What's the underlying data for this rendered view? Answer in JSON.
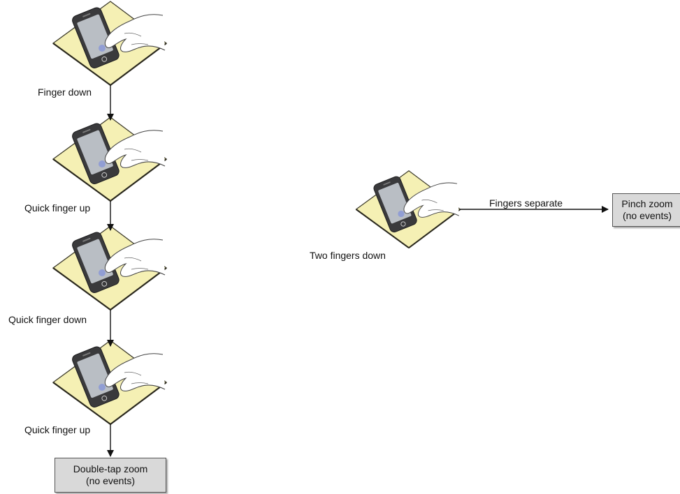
{
  "colors": {
    "pad_fill": "#f5f0b4",
    "pad_edge": "#3c3a2a",
    "phone_body": "#3a3a3c",
    "phone_screen": "#b9bec4",
    "touch_spot": "#8d9ad6",
    "box_fill": "#d9d9d9",
    "arrow": "#111111"
  },
  "double_tap_flow": {
    "steps": [
      {
        "icon": "phone-touch-icon",
        "label": "Finger down"
      },
      {
        "icon": "phone-touch-icon",
        "label": "Quick finger up"
      },
      {
        "icon": "phone-touch-icon",
        "label": "Quick finger down"
      },
      {
        "icon": "phone-touch-icon",
        "label": "Quick finger up"
      }
    ],
    "result": {
      "line1": "Double-tap zoom",
      "line2": "(no events)"
    }
  },
  "pinch_flow": {
    "start": {
      "icon": "phone-two-finger-icon",
      "label": "Two fingers down"
    },
    "transition_label": "Fingers separate",
    "result": {
      "line1": "Pinch zoom",
      "line2": "(no events)"
    }
  }
}
